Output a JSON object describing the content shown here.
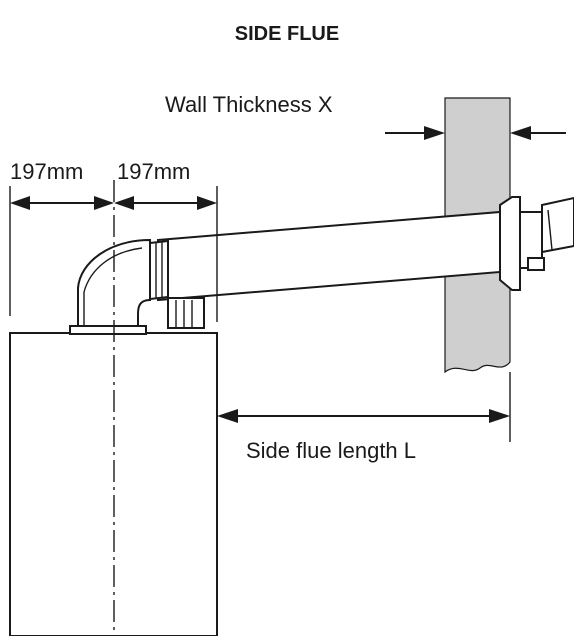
{
  "diagram": {
    "title": "SIDE FLUE",
    "wall_thickness_label": "Wall Thickness X",
    "left_dimension_label": "197mm",
    "right_dimension_label": "197mm",
    "flue_length_label": "Side flue length L",
    "wall_color": "#cfcfcf",
    "line_color": "#1a1a1a"
  }
}
